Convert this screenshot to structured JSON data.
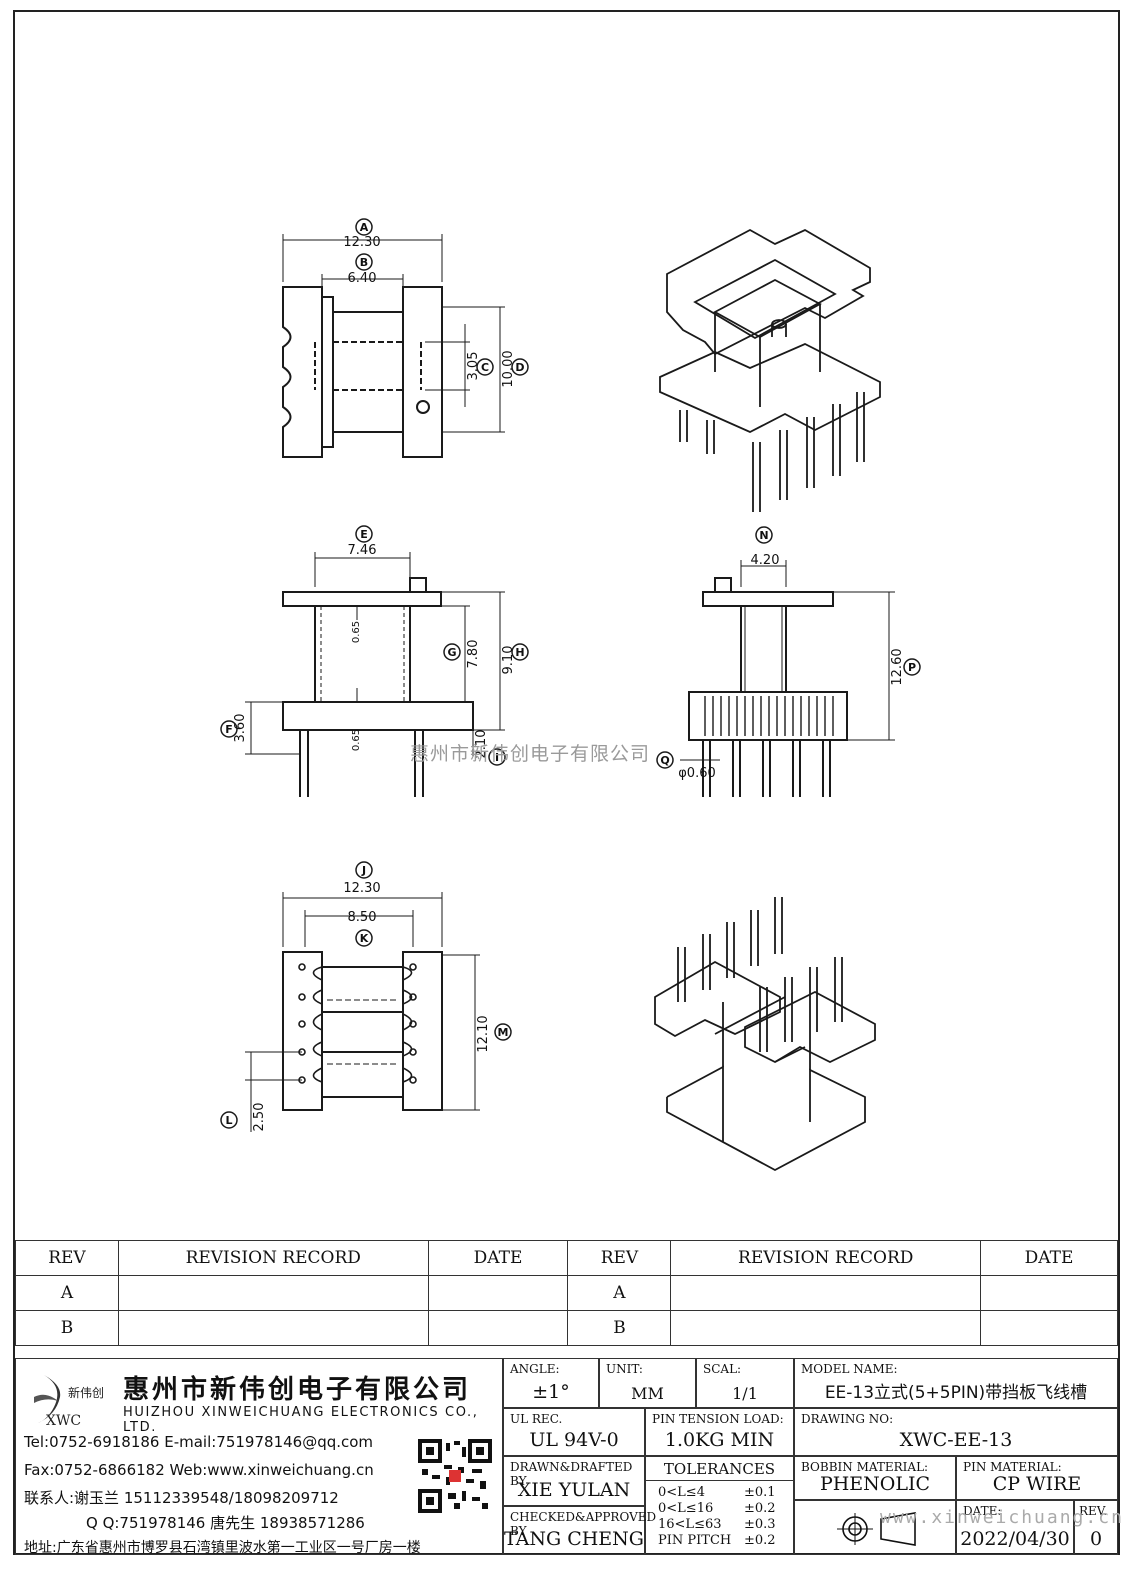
{
  "dimensions": {
    "A": {
      "label": "A",
      "value": "12.30"
    },
    "B": {
      "label": "B",
      "value": "6.40"
    },
    "C": {
      "label": "C",
      "value": "3.05"
    },
    "D": {
      "label": "D",
      "value": "10.00"
    },
    "E": {
      "label": "E",
      "value": "7.46"
    },
    "F": {
      "label": "F",
      "value": "3.60"
    },
    "G": {
      "label": "G",
      "value": "7.80"
    },
    "H": {
      "label": "H",
      "value": "9.10"
    },
    "I": {
      "label": "I",
      "value": "2.10"
    },
    "thk1": "0.65",
    "thk2": "0.65",
    "N": {
      "label": "N",
      "value": "4.20"
    },
    "P": {
      "label": "P",
      "value": "12.60"
    },
    "Q": {
      "label": "Q",
      "value": "φ0.60"
    },
    "J": {
      "label": "J",
      "value": "12.30"
    },
    "K": {
      "label": "K",
      "value": "8.50"
    },
    "M": {
      "label": "M",
      "value": "12.10"
    },
    "L": {
      "label": "L",
      "value": "2.50"
    }
  },
  "watermark_text": "惠州市新伟创电子有限公司",
  "watermark_url": "www.xinweichuang.cn",
  "revision": {
    "headers": [
      "REV",
      "REVISION RECORD",
      "DATE",
      "REV",
      "REVISION RECORD",
      "DATE"
    ],
    "rows": [
      [
        "A",
        "",
        "",
        "A",
        "",
        ""
      ],
      [
        "B",
        "",
        "",
        "B",
        "",
        ""
      ]
    ]
  },
  "company": {
    "logo_text": "新伟创",
    "logo_abbr": "XWC",
    "name_cn": "惠州市新伟创电子有限公司",
    "name_en": "HUIZHOU XINWEICHUANG ELECTRONICS CO., LTD.",
    "tel": "Tel:0752-6918186 E-mail:751978146@qq.com",
    "fax": "Fax:0752-6866182 Web:www.xinweichuang.cn",
    "contact1": "联系人:谢玉兰 15112339548/18098209712",
    "contact2": "Q Q:751978146    唐先生 18938571286",
    "address": "地址:广东省惠州市博罗县石湾镇里波水第一工业区一号厂房一楼"
  },
  "title_block": {
    "angle_label": "ANGLE:",
    "angle_value": "±1°",
    "unit_label": "UNIT:",
    "unit_value": "MM",
    "scale_label": "SCAL:",
    "scale_value": "1/1",
    "model_label": "MODEL NAME:",
    "model_value": "EE-13立式(5+5PIN)带挡板飞线槽",
    "ul_label": "UL REC.",
    "ul_value": "UL 94V-0",
    "pin_tension_label": "PIN TENSION LOAD:",
    "pin_tension_value": "1.0KG MIN",
    "drawing_no_label": "DRAWING NO:",
    "drawing_no_value": "XWC-EE-13",
    "drawn_label": "DRAWN&DRAFTED BY",
    "drawn_value": "XIE YULAN",
    "tolerances_label": "TOLERANCES",
    "tol_rows": [
      [
        "0<L≤4",
        "±0.1"
      ],
      [
        "0<L≤16",
        "±0.2"
      ],
      [
        "16<L≤63",
        "±0.3"
      ],
      [
        "PIN PITCH",
        "±0.2"
      ]
    ],
    "bobbin_label": "BOBBIN MATERIAL:",
    "bobbin_value": "PHENOLIC",
    "pin_mat_label": "PIN MATERIAL:",
    "pin_mat_value": "CP WIRE",
    "checked_label": "CHECKED&APPROVED BY",
    "checked_value": "TANG CHENG",
    "date_label": "DATE:",
    "date_value": "2022/04/30",
    "rev_label": "REV.",
    "rev_value": "0"
  }
}
